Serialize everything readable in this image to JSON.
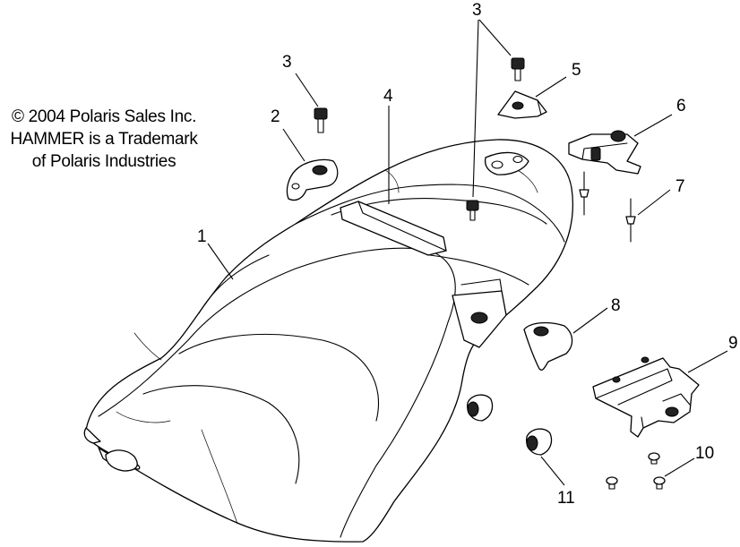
{
  "notice": {
    "line1": "© 2004 Polaris Sales Inc.",
    "line2": "HAMMER is a Trademark",
    "line3": "of Polaris Industries"
  },
  "callouts": {
    "c1": "1",
    "c2": "2",
    "c3a": "3",
    "c3b": "3",
    "c4": "4",
    "c5": "5",
    "c6": "6",
    "c7": "7",
    "c8": "8",
    "c9": "9",
    "c10": "10",
    "c11": "11"
  }
}
